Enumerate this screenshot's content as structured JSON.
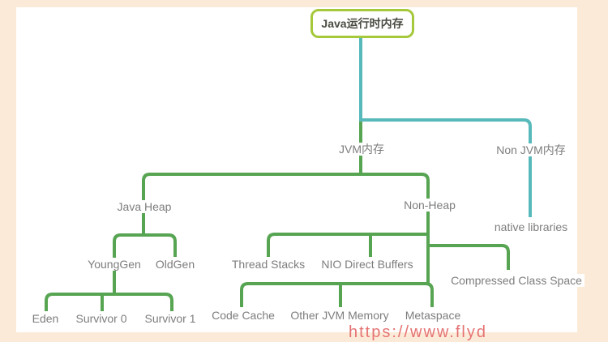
{
  "diagram": {
    "title": "Java runtime memory mind map",
    "root": {
      "label": "Java运行时内存"
    },
    "nodes": {
      "jvm_memory": {
        "label": "JVM内存",
        "parent": "root"
      },
      "non_jvm_memory": {
        "label": "Non JVM内存",
        "parent": "root"
      },
      "java_heap": {
        "label": "Java Heap",
        "parent": "jvm_memory"
      },
      "non_heap": {
        "label": "Non-Heap",
        "parent": "jvm_memory"
      },
      "native_libraries": {
        "label": "native libraries",
        "parent": "non_jvm_memory"
      },
      "younggen": {
        "label": "YoungGen",
        "parent": "java_heap"
      },
      "oldgen": {
        "label": "OldGen",
        "parent": "java_heap"
      },
      "eden": {
        "label": "Eden",
        "parent": "younggen"
      },
      "survivor0": {
        "label": "Survivor 0",
        "parent": "younggen"
      },
      "survivor1": {
        "label": "Survivor 1",
        "parent": "younggen"
      },
      "thread_stacks": {
        "label": "Thread Stacks",
        "parent": "non_heap"
      },
      "nio_direct_buffers": {
        "label": "NIO Direct Buffers",
        "parent": "non_heap"
      },
      "compressed_class_space": {
        "label": "Compressed Class Space",
        "parent": "non_heap"
      },
      "code_cache": {
        "label": "Code Cache",
        "parent": "non_heap"
      },
      "other_jvm_memory": {
        "label": "Other JVM Memory",
        "parent": "non_heap"
      },
      "metaspace": {
        "label": "Metaspace",
        "parent": "non_heap"
      }
    },
    "watermark": "https://www.flyd",
    "colors": {
      "frame": "#fcead8",
      "background": "#ffffff",
      "teal_branch": "#58b9bb",
      "green_branch": "#57a552",
      "root_border": "#a6c83b",
      "root_text": "#4b4b43",
      "label_text": "#7d7d7d",
      "watermark_text": "#e57373"
    }
  }
}
